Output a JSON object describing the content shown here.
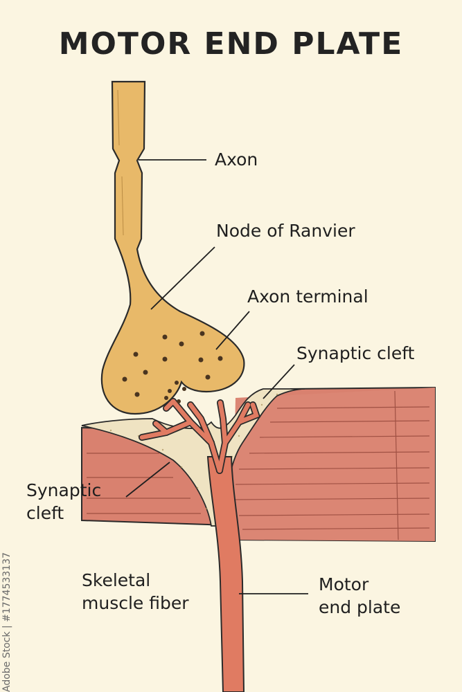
{
  "title": "MOTOR END PLATE",
  "labels": {
    "axon": "Axon",
    "node_of_ranvier": "Node of Ranvier",
    "axon_terminal": "Axon terminal",
    "synaptic_cleft_right": "Synaptic cleft",
    "synaptic_cleft_left": "Synaptic\ncleft",
    "skeletal_muscle_fiber": "Skeletal\nmuscle fiber",
    "motor_end_plate": "Motor\nend plate"
  },
  "watermark": "Adobe Stock | #1774533137",
  "colors": {
    "background": "#fbf5e1",
    "axon": "#e8b969",
    "muscle": "#d9816f",
    "nerve_branch": "#e07b62",
    "cleft": "#efe3c2",
    "ink": "#2a2a2a"
  }
}
